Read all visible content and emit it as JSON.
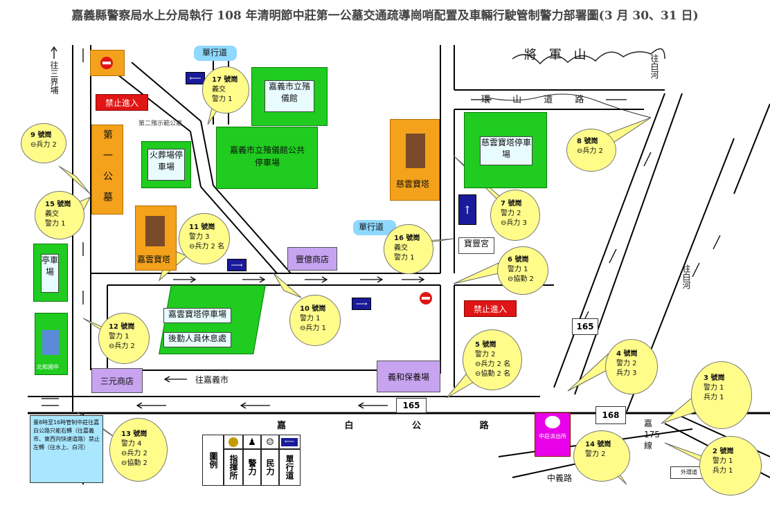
{
  "title": "嘉義縣警察局水上分局執行 108 年清明節中莊第一公墓交通疏導崗哨配置及車輛行駛管制警力部署圖(3 月 30、31 日)",
  "labels": {
    "to_sanjiepu": "往三界埔",
    "to_baihe_1": "往白河",
    "to_baihe_2": "往白河",
    "jiangjun_mountain": "將 軍 山",
    "huanshan_road": "環 山 道 路",
    "jiabai_road": "嘉 白 公 路",
    "zhongyi_road": "中義路",
    "to_chiayi_city": "往嘉義市",
    "line_175": "嘉 175 線",
    "demo_cemetery": "第二殯示範公墓",
    "one_way_1": "單行道",
    "one_way_2": "單行道",
    "no_entry_1": "禁止進入",
    "no_entry_2": "禁止進入",
    "shop_fengyi": "豐億商店",
    "shop_sanyuan": "三元商店",
    "yihe_farm": "義和保養場",
    "baofeng_temple": "寶豐宮",
    "cemetery_first": "第一公墓",
    "pavilion_parking": "亭車場",
    "chiayi_funeral": "嘉義市立殯儀館",
    "funeral_parking": "嘉義市立殯儀館公共停車場",
    "crematorium_parking": "火葬場停車場",
    "ciyun_pagoda_parking": "慈雲寶塔停車場",
    "ciyun_pagoda": "慈雲寶塔",
    "jiayun_pagoda": "嘉雲寶塔",
    "jiayun_parking": "嘉雲寶塔停車場",
    "logistics_rest": "後勤人員休息處",
    "school": "北和國中",
    "police_station": "中莊派出所",
    "other_box": "外環道",
    "road_165_a": "165",
    "road_165_b": "165",
    "road_168": "168"
  },
  "notice": "臺8時至16時管制中莊往嘉白公路只能右轉（往嘉義市、東西向快速道路）禁止左轉（往水上、白河）",
  "legend": {
    "title": "圖例",
    "items": [
      "指揮所",
      "警力",
      "民力",
      "單行道"
    ]
  },
  "posts": [
    {
      "id": "9",
      "title": "9 號崗",
      "lines": [
        "⊖兵力 2"
      ]
    },
    {
      "id": "15",
      "title": "15 號崗",
      "lines": [
        "義交",
        "警力 1"
      ]
    },
    {
      "id": "17",
      "title": "17 號崗",
      "lines": [
        "義交",
        "警力 1"
      ]
    },
    {
      "id": "11",
      "title": "11 號崗",
      "lines": [
        "警力 3",
        "⊖兵力 2 名"
      ]
    },
    {
      "id": "12",
      "title": "12 號崗",
      "lines": [
        "警力 1",
        "⊖兵力 2"
      ]
    },
    {
      "id": "13",
      "title": "13 號崗",
      "lines": [
        "警力 4",
        "⊖兵力 2",
        "⊖協勤 2"
      ]
    },
    {
      "id": "10",
      "title": "10 號崗",
      "lines": [
        "警力 1",
        "⊖兵力 1"
      ]
    },
    {
      "id": "16",
      "title": "16 號崗",
      "lines": [
        "義交",
        "警力 1"
      ]
    },
    {
      "id": "7",
      "title": "7 號崗",
      "lines": [
        "警力 2",
        "⊖兵力 3"
      ]
    },
    {
      "id": "6",
      "title": "6 號崗",
      "lines": [
        "警力 1",
        "⊖協勤 2"
      ]
    },
    {
      "id": "5",
      "title": "5 號崗",
      "lines": [
        "警力 2",
        "⊖兵力 2 名",
        "⊖協勤 2 名"
      ]
    },
    {
      "id": "8",
      "title": "8 號崗",
      "lines": [
        "⊖兵力 2"
      ]
    },
    {
      "id": "4",
      "title": "4 號崗",
      "lines": [
        "警力 2",
        "兵力 3"
      ]
    },
    {
      "id": "3",
      "title": "3 號崗",
      "lines": [
        "警力 1",
        "兵力 1"
      ]
    },
    {
      "id": "14",
      "title": "14 號崗",
      "lines": [
        "警力 2"
      ]
    },
    {
      "id": "2",
      "title": "2 號崗",
      "lines": [
        "警力 1",
        "兵力 1"
      ]
    }
  ],
  "colors": {
    "bubble": "#fffc8a",
    "green": "#1fcc1f",
    "orange": "#f4a21b",
    "purple": "#c7a3f0",
    "red": "#e01515",
    "oneway": "#1a1a9a"
  }
}
